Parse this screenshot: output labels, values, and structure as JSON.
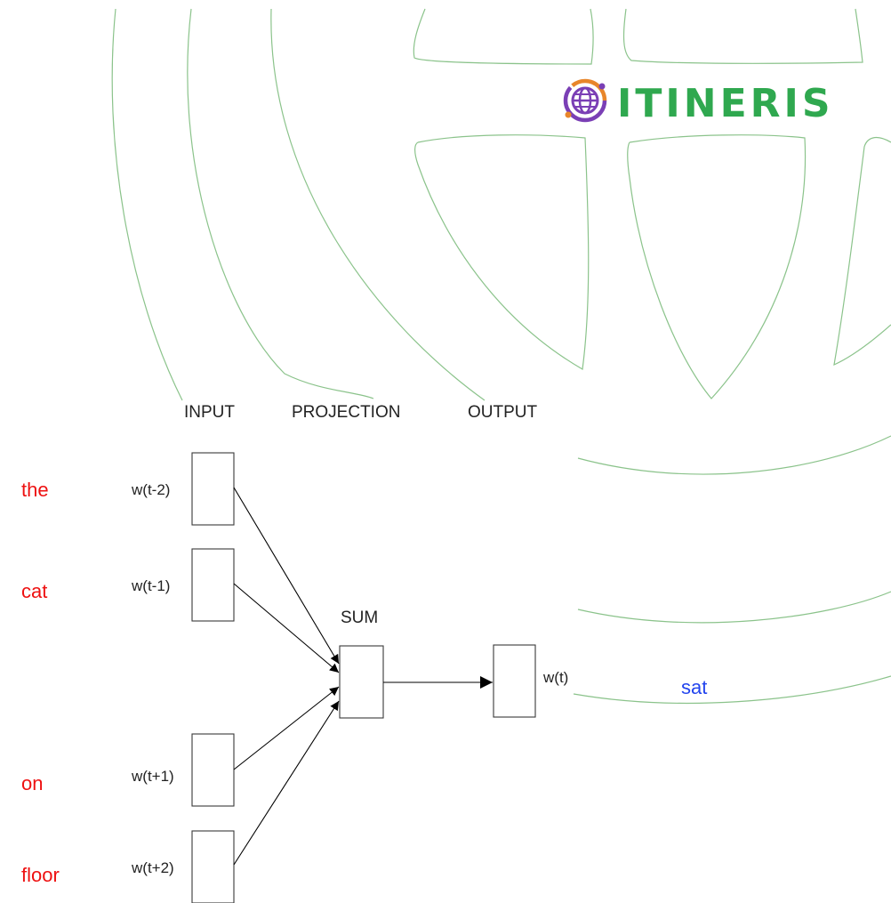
{
  "logo": {
    "text": "ITINERIS",
    "text_color": "#2fa84f",
    "icon_name": "globe-orbit-icon",
    "icon_colors": [
      "#7a3fb5",
      "#e8862a"
    ]
  },
  "headers": {
    "input": "INPUT",
    "projection": "PROJECTION",
    "output": "OUTPUT"
  },
  "sum_label": "SUM",
  "inputs": [
    {
      "label": "w(t-2)",
      "word": "the"
    },
    {
      "label": "w(t-1)",
      "word": "cat"
    },
    {
      "label": "w(t+1)",
      "word": "on"
    },
    {
      "label": "w(t+2)",
      "word": "floor"
    }
  ],
  "output": {
    "label": "w(t)",
    "word": "sat"
  },
  "colors": {
    "context_word": "#ee1111",
    "target_word": "#2244ee",
    "watermark": "#8bc38b"
  }
}
